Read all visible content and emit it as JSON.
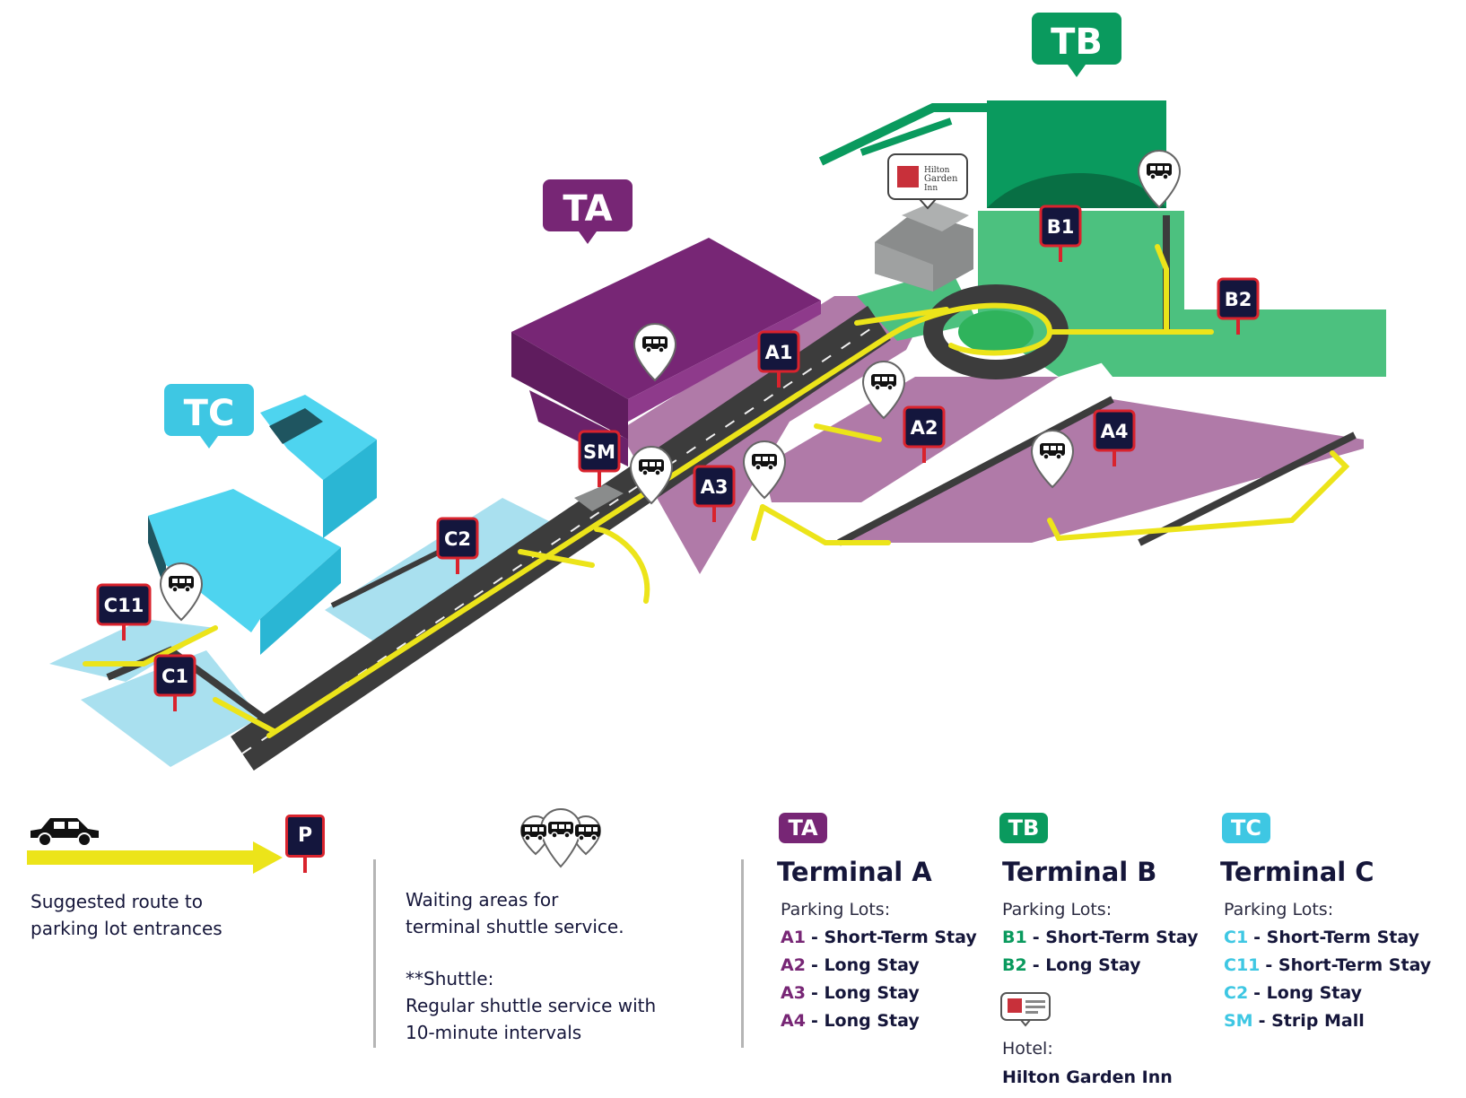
{
  "map": {
    "terminals": {
      "ta": {
        "label": "TA",
        "color": "#772675"
      },
      "tb": {
        "label": "TB",
        "color": "#0a9a5e"
      },
      "tc": {
        "label": "TC",
        "color": "#3ec7e3"
      }
    },
    "lot_signs": {
      "a1": "A1",
      "a2": "A2",
      "a3": "A3",
      "a4": "A4",
      "b1": "B1",
      "b2": "B2",
      "c1": "C1",
      "c2": "C2",
      "c11": "C11",
      "sm": "SM"
    },
    "hotel_sign": {
      "line1": "Hilton",
      "line2": "Garden",
      "line3": "Inn"
    }
  },
  "legend": {
    "route": {
      "sign_label": "P",
      "line1": "Suggested route to",
      "line2": "parking lot entrances",
      "car_icon": "car-icon",
      "route_color": "#ece41a"
    },
    "shuttle": {
      "line1": "Waiting areas for",
      "line2": "terminal shuttle service.",
      "line3": "**Shuttle:",
      "line4": "Regular shuttle service with",
      "line5": "10-minute intervals",
      "icon": "shuttle-pin-icon"
    },
    "terminal_a": {
      "badge": "TA",
      "title": "Terminal A",
      "lots_label": "Parking Lots:",
      "lots": [
        {
          "code": "A1",
          "text": "- Short-Term Stay"
        },
        {
          "code": "A2",
          "text": "- Long Stay"
        },
        {
          "code": "A3",
          "text": "- Long Stay"
        },
        {
          "code": "A4",
          "text": "- Long Stay"
        }
      ]
    },
    "terminal_b": {
      "badge": "TB",
      "title": "Terminal B",
      "lots_label": "Parking Lots:",
      "lots": [
        {
          "code": "B1",
          "text": "- Short-Term Stay"
        },
        {
          "code": "B2",
          "text": "- Long Stay"
        }
      ],
      "hotel_label": "Hotel:",
      "hotel_name": "Hilton Garden Inn"
    },
    "terminal_c": {
      "badge": "TC",
      "title": "Terminal C",
      "lots_label": "Parking Lots:",
      "lots": [
        {
          "code": "C1",
          "text": "- Short-Term Stay"
        },
        {
          "code": "C11",
          "text": "- Short-Term Stay"
        },
        {
          "code": "C2",
          "text": "- Long Stay"
        },
        {
          "code": "SM",
          "text": "- Strip Mall"
        }
      ]
    }
  },
  "colors": {
    "sign_fill": "#14163d",
    "sign_border": "#d9232d",
    "lot_a": "#b07aa8",
    "lot_b": "#4cc17f",
    "lot_c": "#a9e0ef",
    "road": "#3c3c3c"
  }
}
